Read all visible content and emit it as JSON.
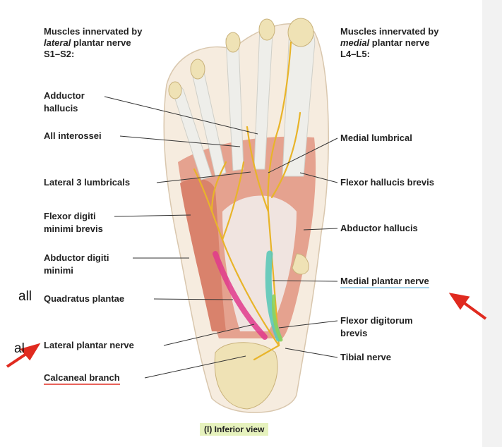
{
  "left_header": {
    "line1": "Muscles innervated by",
    "line2_em": "lateral",
    "line2_rest": " plantar nerve",
    "line3": "S1–S2:"
  },
  "right_header": {
    "line1": "Muscles innervated by",
    "line2_em": "medial",
    "line2_rest": " plantar nerve",
    "line3": "L4–L5:"
  },
  "left_labels": {
    "adductor_hallucis": "Adductor hallucis",
    "all_interossei": "All interossei",
    "lateral_3_lumbricals": "Lateral 3 lumbricals",
    "flexor_digiti_minimi_brevis": "Flexor digiti minimi brevis",
    "abductor_digiti_minimi": "Abductor digiti minimi",
    "quadratus_plantae": "Quadratus plantae",
    "lateral_plantar_nerve": "Lateral plantar nerve",
    "calcaneal_branch": "Calcaneal branch"
  },
  "right_labels": {
    "medial_lumbrical": "Medial lumbrical",
    "flexor_hallucis_brevis": "Flexor hallucis brevis",
    "abductor_hallucis": "Abductor hallucis",
    "medial_plantar_nerve": "Medial plantar nerve",
    "flexor_digitorum_brevis": "Flexor digitorum brevis",
    "tibial_nerve": "Tibial nerve"
  },
  "caption": "(l) Inferior view",
  "cut_text": {
    "all": "all",
    "al": "al"
  },
  "colors": {
    "muscle": "#e39a86",
    "tendon": "#eeeeea",
    "bone": "#efe2b5",
    "nerve": "#e8b42a",
    "arrow": "#e02a1f",
    "medial_nerve_highlight": "#5cc8b8",
    "lateral_nerve_highlight": "#e03a8c"
  }
}
